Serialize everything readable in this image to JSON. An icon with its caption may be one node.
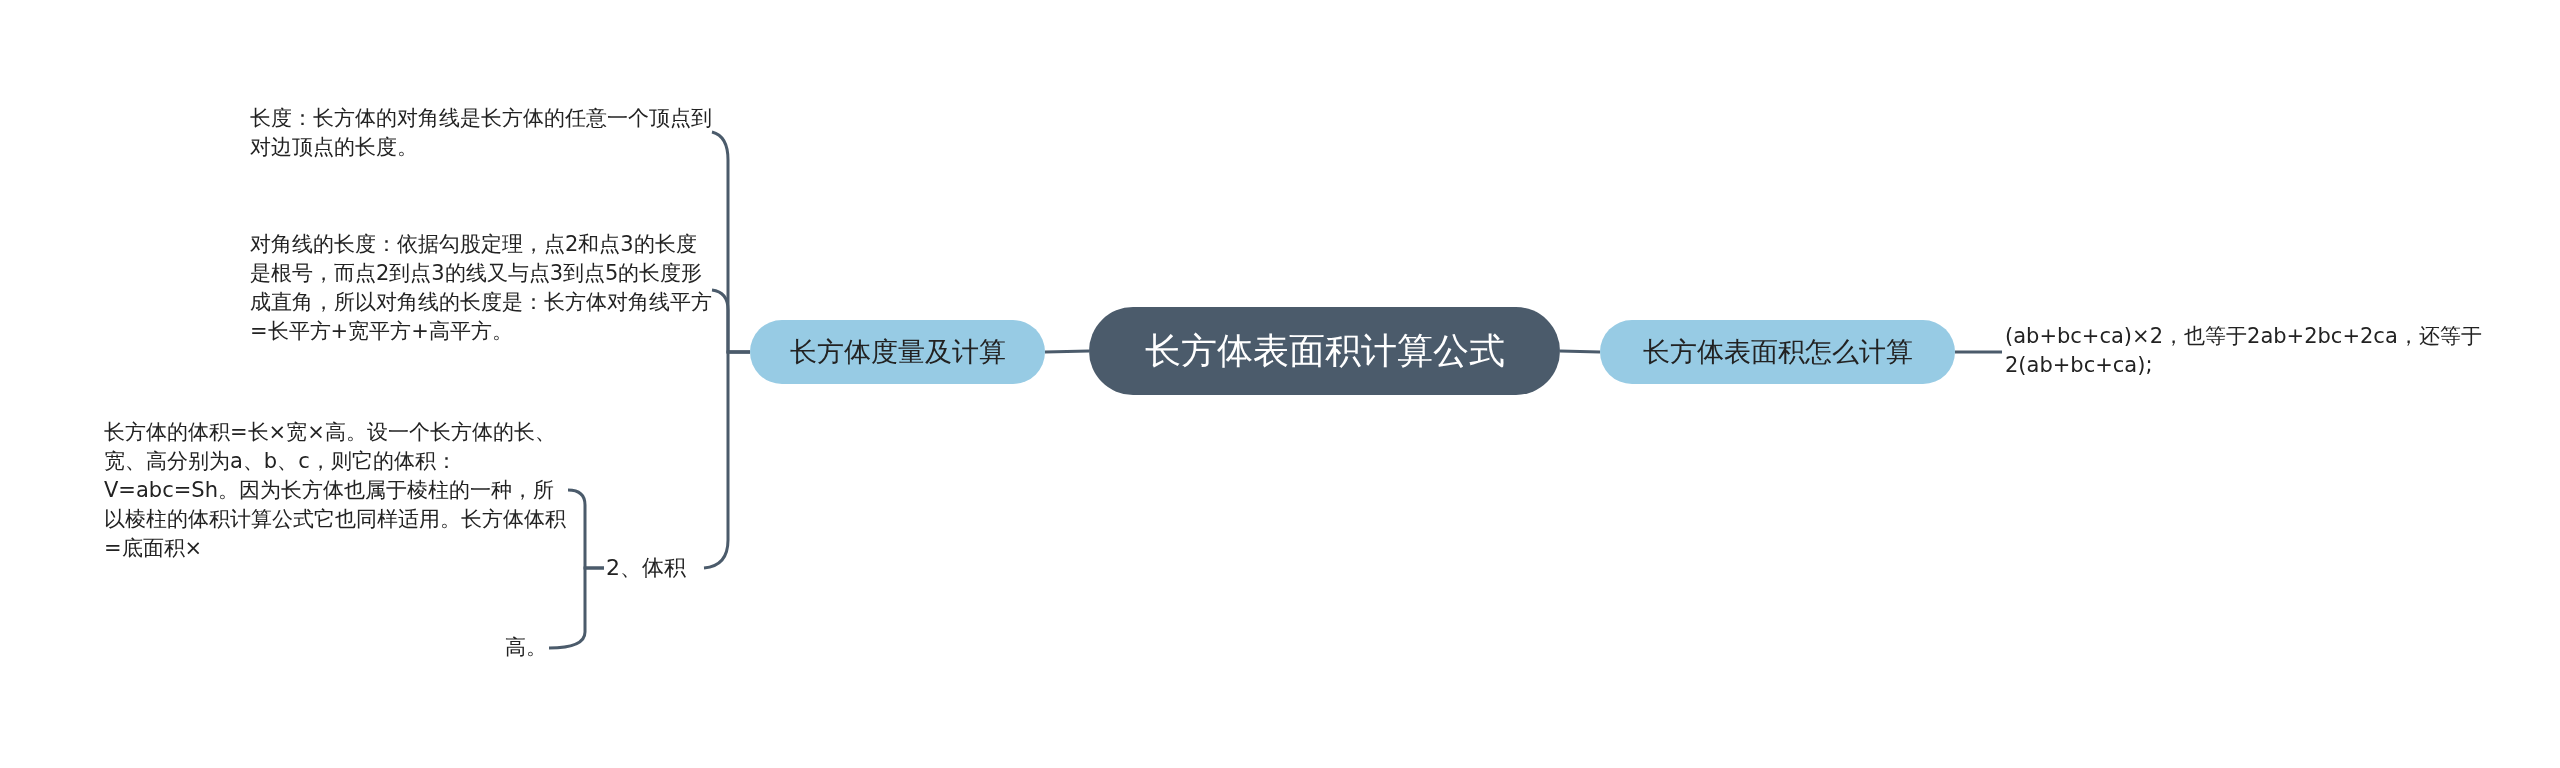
{
  "diagram": {
    "nodes": [
      {
        "text": [
          "长方体表面积计算公式"
        ]
      },
      {
        "text": [
          "长方体度量及计算"
        ]
      },
      {
        "text": [
          "长方体表面积怎么计算"
        ]
      },
      {
        "text": [
          "(ab+bc+ca)×2，也等于2ab+2bc+2ca，还等于2(ab+bc+ca);"
        ]
      },
      {
        "text": [
          "长度：长方体的对角线是长方体的任意一个顶点到对边顶点的长度。"
        ]
      },
      {
        "text": [
          "对角线的长度：依据勾股定理，点2和点3的长度是根号，而点2到点3的线又与点3到点5的长度形成直角，所以对角线的长度是：长方体对角线平方=长平方+宽平方+高平方。"
        ]
      },
      {
        "text": [
          "2、体积"
        ]
      },
      {
        "text": [
          "长方体的体积=长×宽×高。设一个长方体的长、宽、高分别为a、b、c，则它的体积：V=abc=Sh。因为长方体也属于棱柱的一种，所以棱柱的体积计算公式它也同样适用。长方体体积=底面积×"
        ]
      },
      {
        "text": [
          "高。"
        ]
      }
    ],
    "edges": [
      {
        "from": 0,
        "to": 1,
        "arrow": "none"
      },
      {
        "from": 0,
        "to": 2,
        "arrow": "none"
      },
      {
        "from": 2,
        "to": 3,
        "arrow": "none"
      },
      {
        "from": 1,
        "to": 4,
        "arrow": "none"
      },
      {
        "from": 1,
        "to": 5,
        "arrow": "none"
      },
      {
        "from": 1,
        "to": 6,
        "arrow": "none"
      },
      {
        "from": 6,
        "to": 7,
        "arrow": "none"
      },
      {
        "from": 6,
        "to": 8,
        "arrow": "none"
      }
    ]
  }
}
